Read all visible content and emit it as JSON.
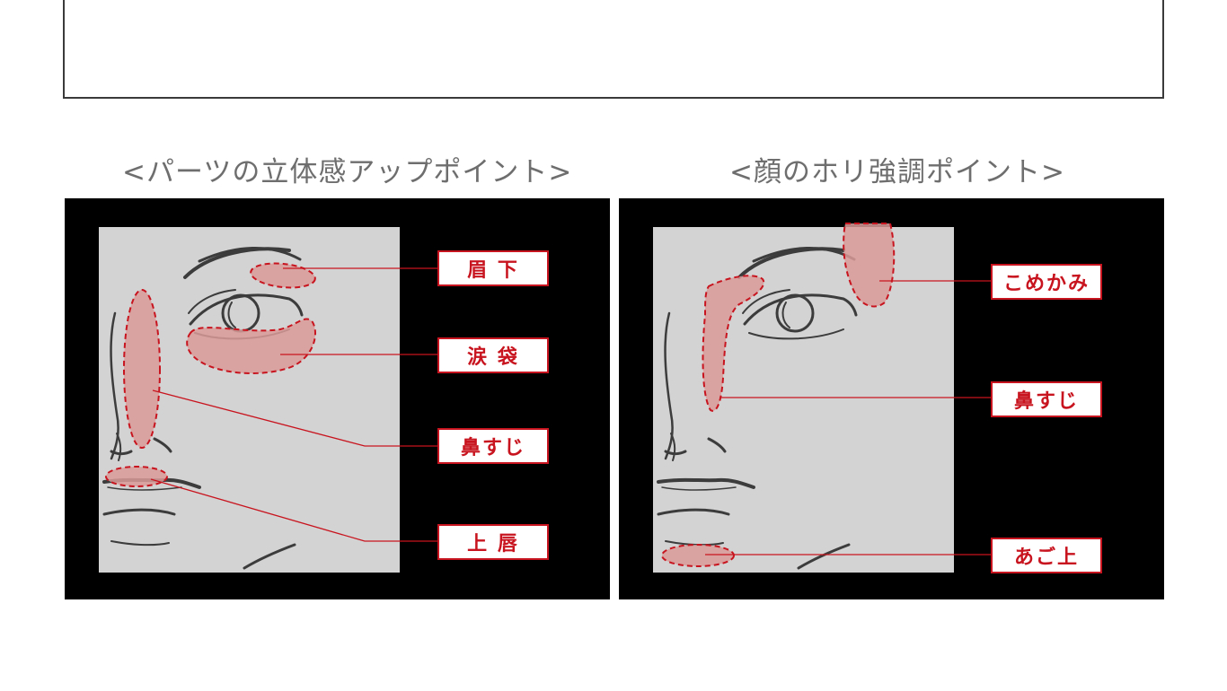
{
  "colors": {
    "accent_red": "#c8141e",
    "highlight_fill": "#d89a98",
    "face_bg": "#d3d3d3",
    "sketch_line": "#3c3c3c",
    "heading_text": "#6e6e6e"
  },
  "left_section": {
    "heading": "<パーツの立体感アップポイント>",
    "labels": [
      "眉 下",
      "涙 袋",
      "鼻すじ",
      "上 唇"
    ]
  },
  "right_section": {
    "heading": "<顔のホリ強調ポイント>",
    "labels": [
      "こめかみ",
      "鼻すじ",
      "あご上"
    ]
  }
}
